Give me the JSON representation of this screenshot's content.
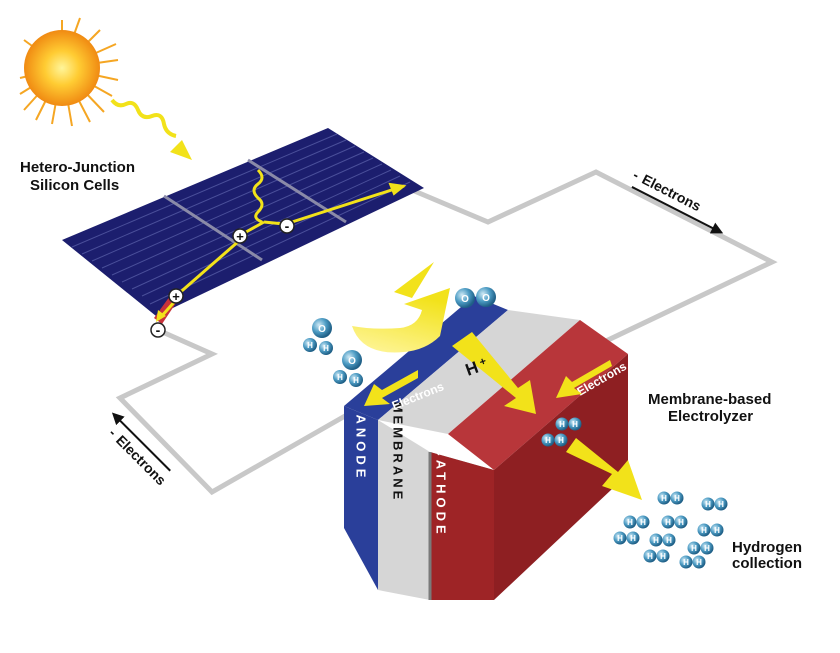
{
  "labels": {
    "cells_line1": "Hetero-Junction",
    "cells_line2": "Silicon Cells",
    "electrons_top": "Electrons",
    "electrons_left": "Electrons",
    "electrons_anode": "Electrons",
    "electrons_cathode": "Electrons",
    "minus": "-",
    "electrolyzer_line1": "Membrane-based",
    "electrolyzer_line2": "Electrolyzer",
    "hydrogen_line1": "Hydrogen",
    "hydrogen_line2": "collection",
    "proton": "H",
    "proton_sup": "+",
    "anode": "ANODE",
    "membrane": "MEMBRANE",
    "cathode": "CATHODE",
    "charge_plus": "+",
    "charge_minus": "-",
    "atom_o": "O",
    "atom_h": "H"
  },
  "colors": {
    "panel": "#1c1e6e",
    "panel_line": "#4a4f9a",
    "anode": "#2a3f9a",
    "membrane": "#d6d6d6",
    "membrane_side": "#9a9a9a",
    "cathode": "#9e2426",
    "cathode_top": "#b8363a",
    "wire": "#c8c8c8",
    "arrow_yellow": "#e8d81e",
    "sun_core": "#f7a21b",
    "molecule": "#3f8ab0"
  }
}
